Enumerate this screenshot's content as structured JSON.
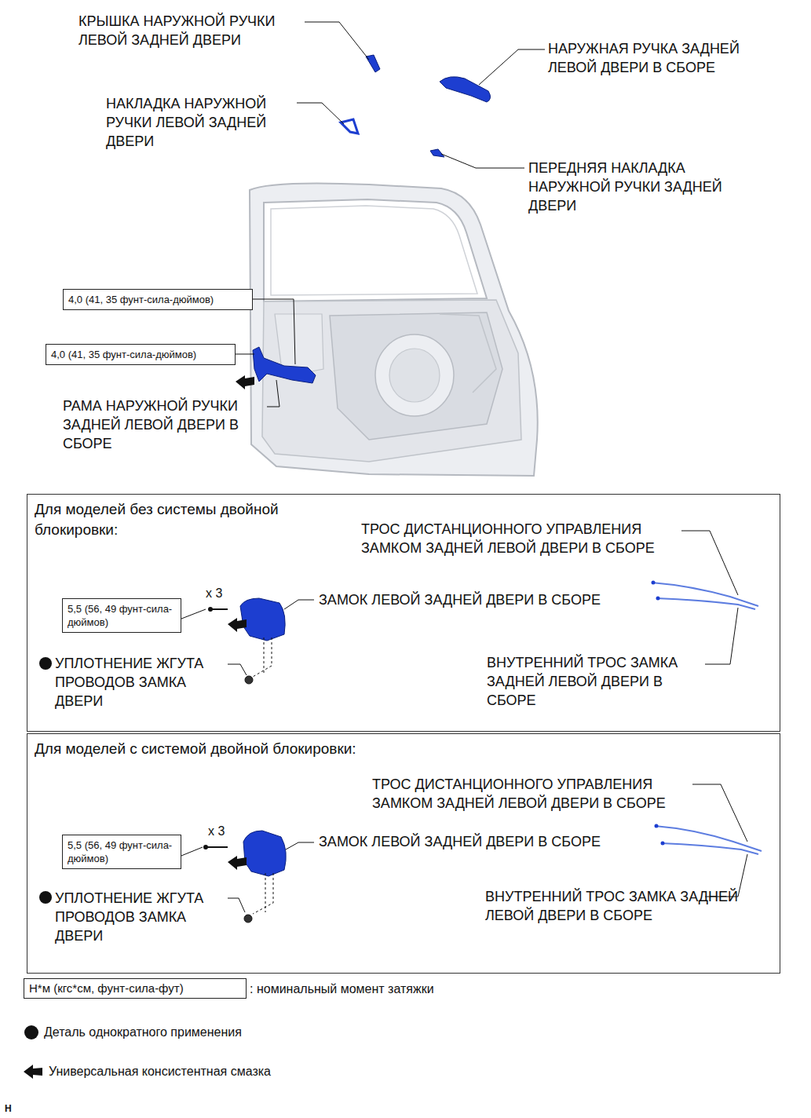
{
  "diagram": {
    "nodes": [
      {
        "text": [
          "4,0 (41, 35 фунт-сила-дюймов)"
        ]
      },
      {
        "text": [
          "4,0 (41, 35 фунт-сила-дюймов)"
        ]
      },
      {
        "text": [
          "Для моделей без системы двойной блокировки:"
        ]
      },
      {
        "text": [
          "5,5 (56, 49 фунт-сила-дюймов)"
        ],
        "in": 2
      },
      {
        "text": [
          "Для моделей с системой двойной блокировки:"
        ]
      },
      {
        "text": [
          "5,5 (56, 49 фунт-сила-дюймов)"
        ],
        "in": 4
      },
      {
        "text": [
          "Н*м (кгс*см, фунт-сила-фут)"
        ]
      }
    ],
    "labels": [
      "КРЫШКА НАРУЖНОЙ РУЧКИ ЛЕВОЙ ЗАДНЕЙ ДВЕРИ",
      "НАРУЖНАЯ РУЧКА ЗАДНЕЙ ЛЕВОЙ ДВЕРИ В СБОРЕ",
      "НАКЛАДКА НАРУЖНОЙ РУЧКИ ЛЕВОЙ ЗАДНЕЙ ДВЕРИ",
      "ПЕРЕДНЯЯ НАКЛАДКА НАРУЖНОЙ РУЧКИ ЗАДНЕЙ ДВЕРИ",
      "РАМА НАРУЖНОЙ РУЧКИ ЗАДНЕЙ ЛЕВОЙ ДВЕРИ В СБОРЕ",
      "ТРОС ДИСТАНЦИОННОГО УПРАВЛЕНИЯ ЗАМКОМ ЗАДНЕЙ ЛЕВОЙ ДВЕРИ В СБОРЕ",
      "x 3",
      "ЗАМОК ЛЕВОЙ ЗАДНЕЙ ДВЕРИ В СБОРЕ",
      "УПЛОТНЕНИЕ ЖГУТА ПРОВОДОВ ЗАМКА ДВЕРИ",
      "ВНУТРЕННИЙ ТРОС ЗАМКА ЗАДНЕЙ ЛЕВОЙ ДВЕРИ В СБОРЕ",
      "ТРОС ДИСТАНЦИОННОГО УПРАВЛЕНИЯ ЗАМКОМ ЗАДНЕЙ ЛЕВОЙ ДВЕРИ В СБОРЕ",
      "x 3",
      "ЗАМОК ЛЕВОЙ ЗАДНЕЙ ДВЕРИ В СБОРЕ",
      "УПЛОТНЕНИЕ ЖГУТА ПРОВОДОВ ЗАМКА ДВЕРИ",
      "ВНУТРЕННИЙ ТРОС ЗАМКА ЗАДНЕЙ ЛЕВОЙ ДВЕРИ В СБОРЕ",
      "Н"
    ],
    "legend": [
      {
        "text": ": номинальный момент затяжки"
      },
      {
        "text": "Деталь однократного применения"
      },
      {
        "text": "Универсальная консистентная смазка"
      }
    ]
  }
}
